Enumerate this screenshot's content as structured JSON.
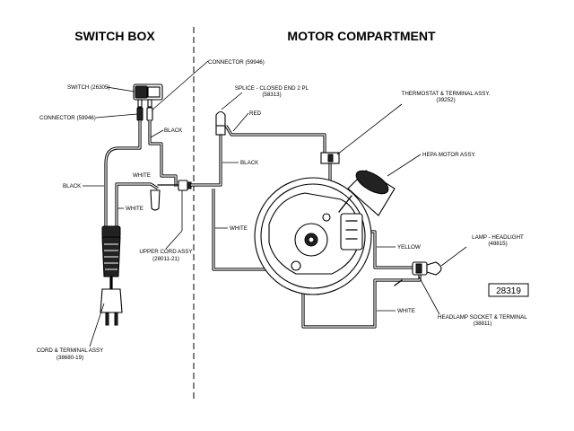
{
  "headings": {
    "left": "SWITCH BOX",
    "right": "MOTOR COMPARTMENT"
  },
  "labels": {
    "connector_top_1": "CONNECTOR (59946)",
    "switch_1": "SWITCH (26305)",
    "connector_left_1": "CONNECTOR (59946)",
    "black_near_switch": "BLACK",
    "black_left": "BLACK",
    "white_upper": "WHITE",
    "white_lower": "WHITE",
    "upper_cord_1": "UPPER CORD ASSY",
    "upper_cord_2": "(28011-21)",
    "cord_terminal_1": "CORD & TERMINAL ASSY",
    "cord_terminal_2": "(38680-19)",
    "splice_1": "SPLICE - CLOSED END 2 PL",
    "splice_2": "(58313)",
    "red": "RED",
    "black_motor": "BLACK",
    "white_motor": "WHITE",
    "thermostat_1": "THERMOSTAT & TERMINAL ASSY.",
    "thermostat_2": "(39252)",
    "hepa_motor": "HEPA MOTOR ASSY.",
    "yellow": "YELLOW",
    "lamp_1": "LAMP - HEADLIGHT",
    "lamp_2": "(48815)",
    "white_bottom": "WHITE",
    "headlamp_1": "HEADLAMP SOCKET & TERMINAL",
    "headlamp_2": "(38811)",
    "part_number": "28319"
  }
}
